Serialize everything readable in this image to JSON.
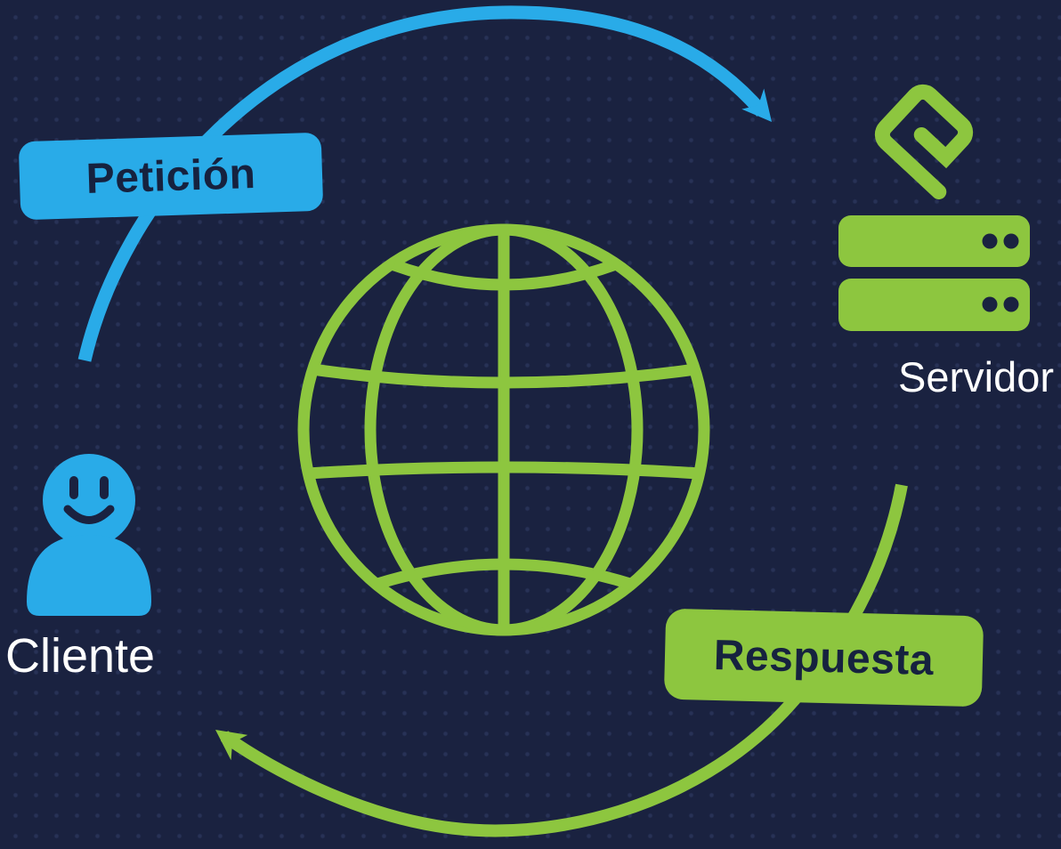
{
  "diagram": {
    "request_label": "Petición",
    "response_label": "Respuesta",
    "client_caption": "Cliente",
    "server_caption": "Servidor",
    "colors": {
      "background": "#1a2240",
      "dot": "rgba(95,115,180,0.20)",
      "accent_blue": "#29abe8",
      "accent_green": "#8dc63f",
      "label_text": "#16223f",
      "caption_text": "#ffffff"
    },
    "icons": {
      "center": "globe-icon",
      "client": "client-person-icon",
      "server": "server-stack-icon",
      "request": "request-arrow-icon",
      "response": "response-arrow-icon"
    }
  }
}
